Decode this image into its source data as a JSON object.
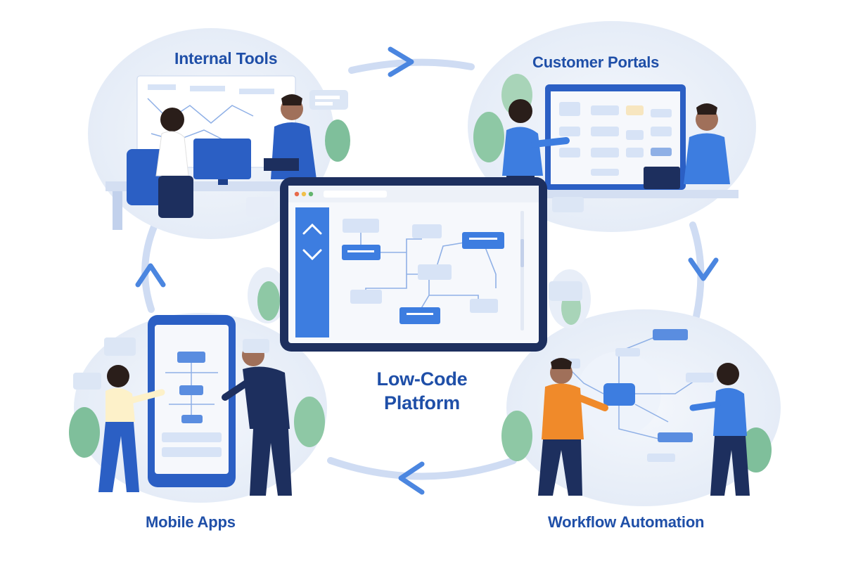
{
  "center": {
    "title": "Low-Code Platform"
  },
  "nodes": {
    "internal_tools": {
      "label": "Internal Tools"
    },
    "customer_portals": {
      "label": "Customer Portals"
    },
    "mobile_apps": {
      "label": "Mobile Apps"
    },
    "workflow_automation": {
      "label": "Workflow Automation"
    }
  },
  "colors": {
    "primary": "#1f4fa8",
    "accent": "#3d7de0",
    "soft_bubble": "#e8eef8",
    "navy": "#1d2f5e",
    "orange_shirt": "#f08a2a"
  },
  "icons": [
    "cycle-arrow-icon",
    "chevron-up-icon",
    "chevron-down-icon",
    "leaf-icon",
    "laptop-icon",
    "monitor-icon",
    "phone-icon",
    "tablet-icon"
  ]
}
